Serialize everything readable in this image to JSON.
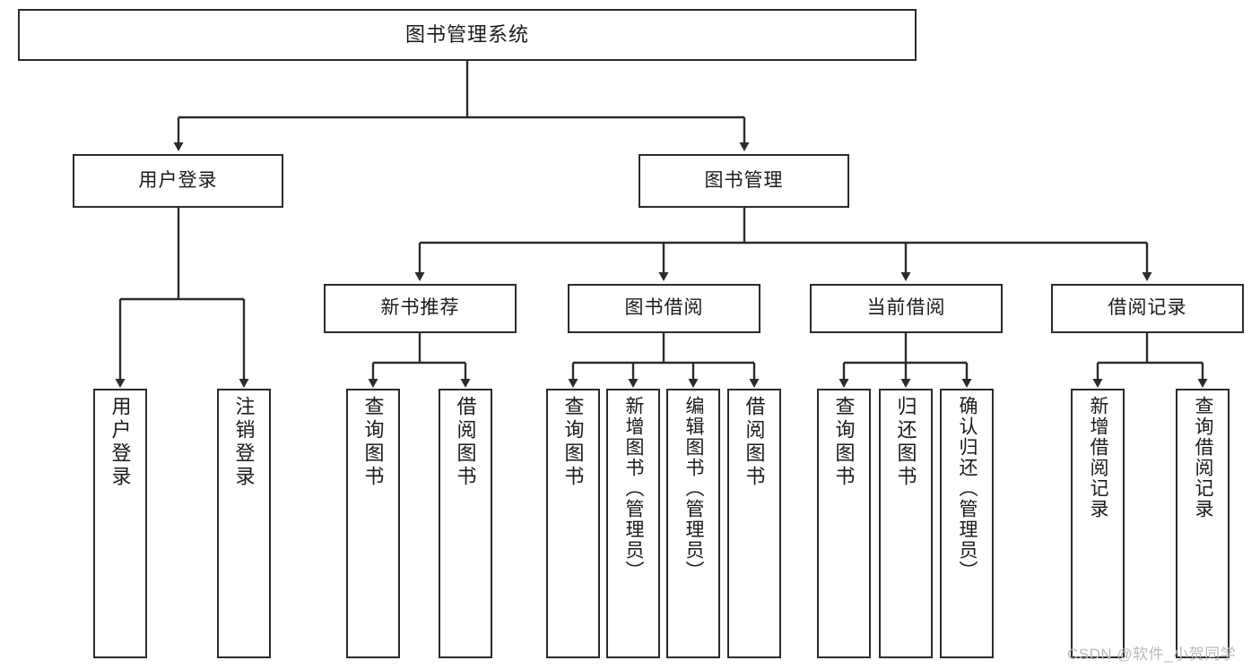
{
  "diagram": {
    "title": "图书管理系统",
    "type": "tree-hierarchy-chart",
    "root": {
      "label": "图书管理系统"
    },
    "level1": [
      {
        "label": "用户登录"
      },
      {
        "label": "图书管理"
      }
    ],
    "level2": [
      {
        "label": "新书推荐"
      },
      {
        "label": "图书借阅"
      },
      {
        "label": "当前借阅"
      },
      {
        "label": "借阅记录"
      }
    ],
    "leaves": {
      "user_login": [
        {
          "label": "用户登录"
        },
        {
          "label": "注销登录"
        }
      ],
      "new_book_recommend": [
        {
          "label": "查询图书"
        },
        {
          "label": "借阅图书"
        }
      ],
      "book_borrow": [
        {
          "label": "查询图书"
        },
        {
          "label": "新增图书（管理员）"
        },
        {
          "label": "编辑图书（管理员）"
        },
        {
          "label": "借阅图书"
        }
      ],
      "current_borrow": [
        {
          "label": "查询图书"
        },
        {
          "label": "归还图书"
        },
        {
          "label": "确认归还（管理员）"
        }
      ],
      "borrow_records": [
        {
          "label": "新增借阅记录"
        },
        {
          "label": "查询借阅记录"
        }
      ]
    }
  },
  "watermark": {
    "text": "CSDN @软件_小贺同学"
  },
  "colors": {
    "box_border": "#2b2b2b",
    "box_fill": "#ffffff",
    "connector": "#2b2b2b",
    "text": "#1a1a1a",
    "watermark": "#b9b9b9",
    "background": "#ffffff"
  }
}
